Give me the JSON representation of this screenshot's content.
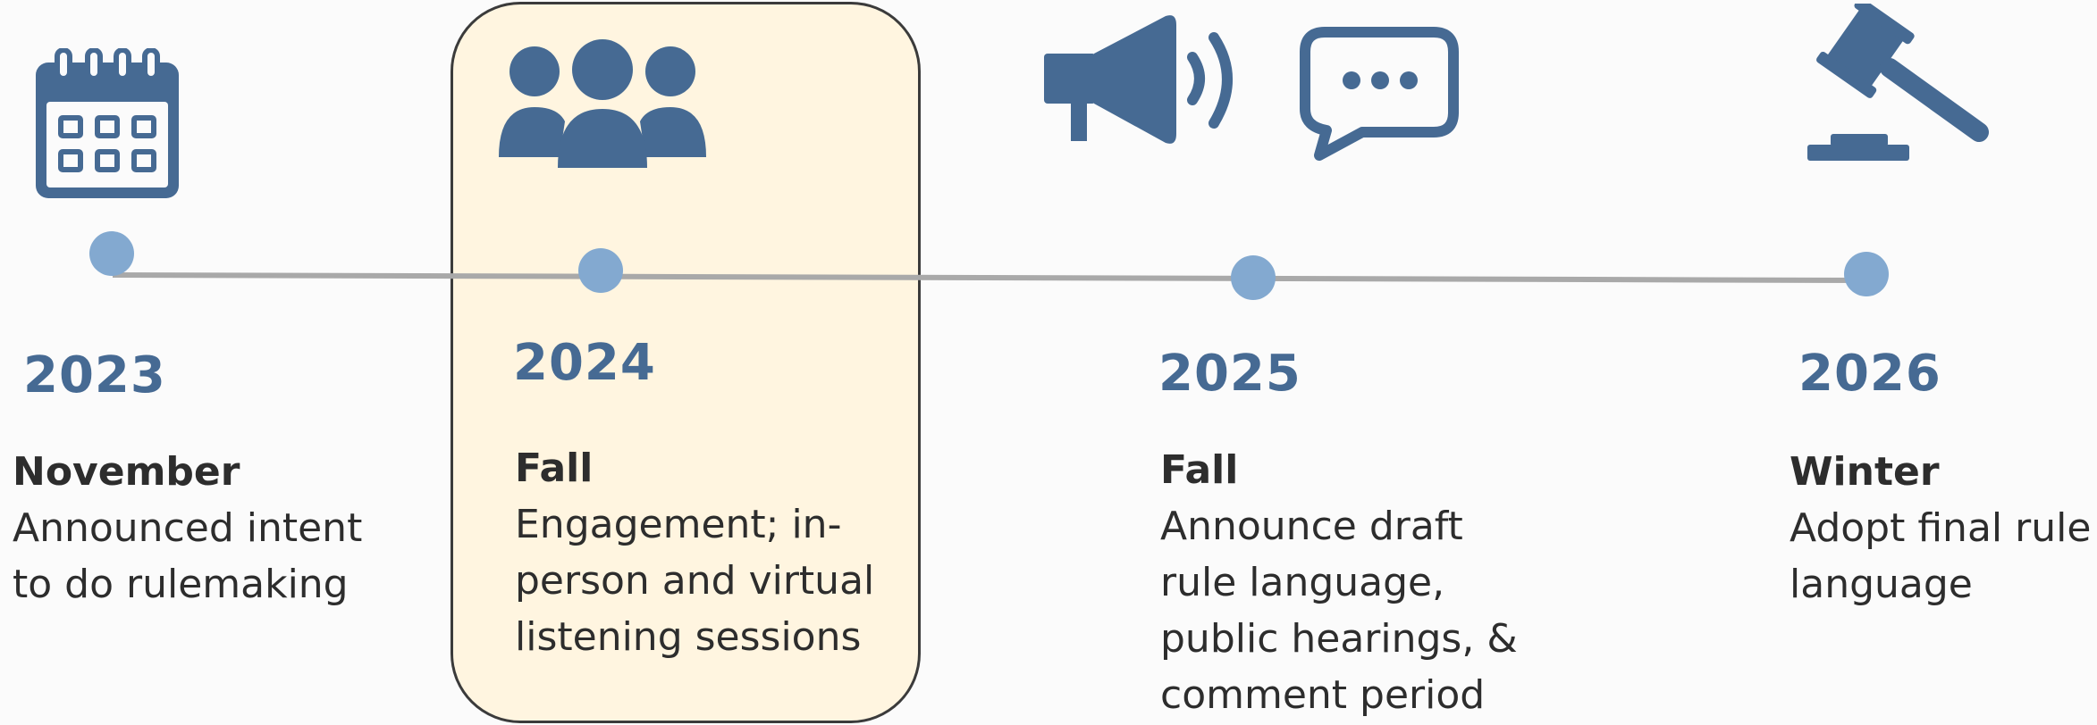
{
  "timeline": {
    "accent_color": "#466a93",
    "dot_color": "#83a9d0",
    "line_color": "#a9a9a9",
    "highlight_color": "#fff5e0",
    "milestones": [
      {
        "year": "2023",
        "season": "November",
        "description_lines": [
          "Announced intent",
          "to do rulemaking"
        ],
        "icon": "calendar-icon"
      },
      {
        "year": "2024",
        "season": "Fall",
        "description_lines": [
          "Engagement; in-",
          "person and virtual",
          "listening sessions"
        ],
        "icon": "people-group-icon",
        "highlighted": true
      },
      {
        "year": "2025",
        "season": "Fall",
        "description_lines": [
          "Announce draft",
          "rule language,",
          "public hearings, &",
          "comment period"
        ],
        "icon": "megaphone-and-chat-bubble-icon"
      },
      {
        "year": "2026",
        "season": "Winter",
        "description_lines": [
          "Adopt final rule",
          "language"
        ],
        "icon": "gavel-icon"
      }
    ]
  }
}
